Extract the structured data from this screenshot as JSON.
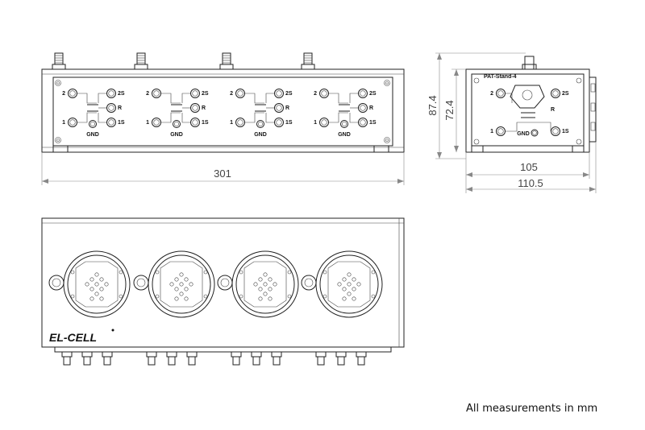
{
  "dimensions": {
    "front_width": "301",
    "side_width": "105",
    "side_total_width": "110.5",
    "height_total": "87.4",
    "height_body": "72.4"
  },
  "side_view": {
    "model": "PAT-Stand-4"
  },
  "terminal_labels": {
    "t2": "2",
    "t2s": "2S",
    "tr": "R",
    "t1": "1",
    "t1s": "1S",
    "gnd": "GND"
  },
  "brand": "EL-CELL",
  "note": "All measurements in mm"
}
